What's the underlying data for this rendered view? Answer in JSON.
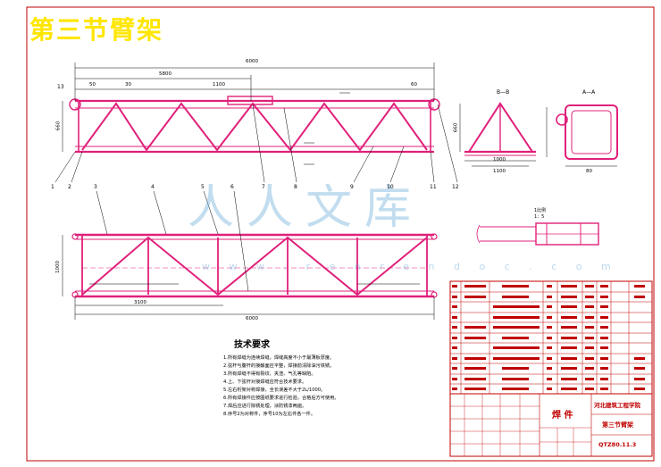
{
  "sheet": {
    "title": "第三节臂架",
    "watermark": "人人文库",
    "watermark_url": "w w w . r e n r e n d o c . c o m"
  },
  "dimensions": {
    "top_overall": "6000",
    "top_left": "5800",
    "top_segment": "1100",
    "top_end_left": "50",
    "top_mid": "30",
    "top_end_right": "60",
    "top_height": "660",
    "bottom_overall": "6000",
    "bottom_left": "3100",
    "bottom_height": "1000",
    "section_width": "1100",
    "section_inner": "1000",
    "section_height": "660",
    "box_width": "80"
  },
  "section_labels": {
    "bb": "B—B",
    "aa": "A—A",
    "detail": "1比例\n1：5"
  },
  "callouts": [
    "1",
    "2",
    "3",
    "4",
    "5",
    "6",
    "7",
    "8",
    "9",
    "10",
    "11",
    "12",
    "13"
  ],
  "tech": {
    "heading": "技术要求",
    "lines": [
      "1.所有焊缝为连续焊缝，焊缝高度不小于最薄板厚度。",
      "2.弦杆与腹杆的接触面应平整，焊接前清除油污铁锈。",
      "3.所有焊缝不得有裂纹、夹渣、气孔等缺陷。",
      "4.上、下弦杆对接焊缝应符合技术要求。",
      "5.左右桁架对称焊接，全长误差不大于2L/1000。",
      "6.所有焊接件应按图纸要求进行检验，合格后方可使用。",
      "7.焊后应进行除锈处理，涂防锈漆两遍。",
      "8.序号2为对称件，序号10为左右件各一件。"
    ]
  },
  "title_block": {
    "part_type": "焊 件",
    "school": "河北建筑工程学院",
    "drawing_name": "第三节臂架",
    "drawing_no": "QTZ80.11.3"
  }
}
